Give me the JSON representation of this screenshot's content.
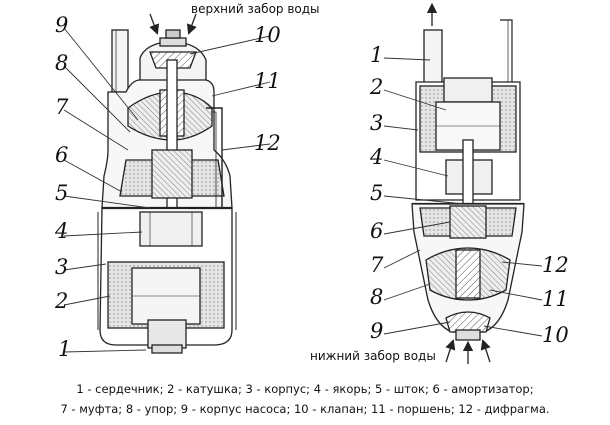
{
  "captions": {
    "top": "верхний забор воды",
    "bottom": "нижний забор воды"
  },
  "left_pump": {
    "labels": [
      "9",
      "8",
      "7",
      "6",
      "5",
      "4",
      "3",
      "2",
      "1",
      "10",
      "11",
      "12"
    ]
  },
  "right_pump": {
    "labels": [
      "1",
      "2",
      "3",
      "4",
      "5",
      "6",
      "7",
      "8",
      "9",
      "12",
      "11",
      "10"
    ]
  },
  "legend": {
    "line1": "1 - сердечник; 2 - катушка; 3 - корпус; 4 - якорь; 5 - шток; 6 - амортизатор;",
    "line2": "7 - муфта; 8 - упор; 9 - корпус насоса; 10 - клапан; 11 - поршень; 12 - дифрагма."
  },
  "colors": {
    "line": "#222222",
    "hatch": "#555555",
    "fill_light": "#f2f2f2",
    "fill_mid": "#e2e2e2",
    "fill_dark": "#cfcfcf"
  }
}
